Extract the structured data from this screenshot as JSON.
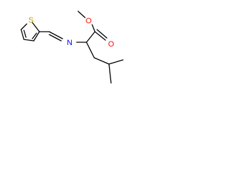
{
  "molecule": {
    "atoms": {
      "ester_oxygen": "O",
      "carbonyl_oxygen": "O",
      "imine_nitrogen": "N",
      "thiophene_sulfur": "S"
    },
    "colors": {
      "bond": "#000000",
      "oxygen": "#ff0000",
      "nitrogen": "#0000ff",
      "sulfur": "#b8a200"
    }
  }
}
